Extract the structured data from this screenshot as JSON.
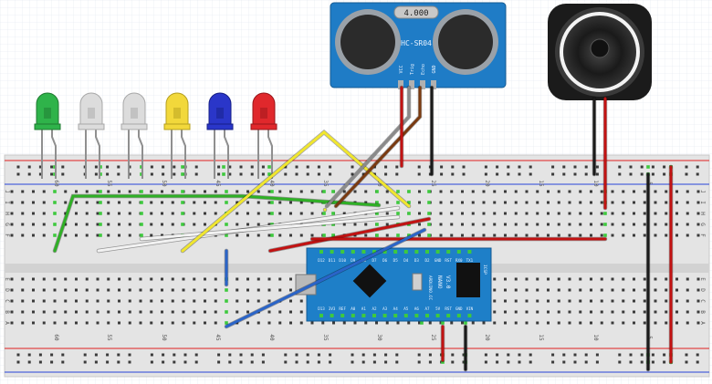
{
  "sensor": {
    "name": "HC-SR04",
    "display": "4.000",
    "pins": [
      "VCC",
      "Trig",
      "Echo",
      "GND"
    ]
  },
  "arduino": {
    "brand": "ARDUINO.CC",
    "model": "NANO",
    "version": "V3.0",
    "icsp": "ICSP",
    "top_pins": [
      "D12",
      "D11",
      "D10",
      "D9",
      "D8",
      "D7",
      "D6",
      "D5",
      "D4",
      "D3",
      "D2",
      "GND",
      "RST",
      "RX0",
      "TX1"
    ],
    "bottom_pins": [
      "D13",
      "3V3",
      "REF",
      "A0",
      "A1",
      "A2",
      "A3",
      "A4",
      "A5",
      "A6",
      "A7",
      "5V",
      "RST",
      "GND",
      "VIN"
    ]
  },
  "breadboard": {
    "column_numbers": [
      "60",
      "55",
      "50",
      "45",
      "40",
      "35",
      "30",
      "25",
      "20",
      "15",
      "10",
      "5"
    ],
    "row_letters_top": [
      "J",
      "I",
      "H",
      "G",
      "F"
    ],
    "row_letters_bottom": [
      "E",
      "D",
      "C",
      "B",
      "A"
    ]
  },
  "leds": [
    {
      "color": "green",
      "fill": "#2fb34a",
      "shade": "#1f7a31"
    },
    {
      "color": "white",
      "fill": "#dcdcdc",
      "shade": "#a8a8a8"
    },
    {
      "color": "white",
      "fill": "#dcdcdc",
      "shade": "#a8a8a8"
    },
    {
      "color": "yellow",
      "fill": "#f2d83b",
      "shade": "#b59f1f"
    },
    {
      "color": "blue",
      "fill": "#2a36c9",
      "shade": "#161f86"
    },
    {
      "color": "red",
      "fill": "#e0282c",
      "shade": "#99161a"
    }
  ],
  "colors": {
    "breadboard": "#e5e5e5",
    "rail_red": "#e02020",
    "rail_blue": "#2844d8",
    "hole": "#3a3a3a",
    "hole_connected": "#3ec93e",
    "arduino_board": "#1e7fc8",
    "sensor_board": "#1f7cc6",
    "wire_green": "#2fb026",
    "wire_white": "#f2f2f2",
    "wire_yellow": "#f0e62e",
    "wire_red": "#c21212",
    "wire_blue": "#2a64c8",
    "wire_black": "#1a1a1a",
    "wire_gray": "#8a8a8a",
    "wire_brown": "#7a3a10"
  }
}
